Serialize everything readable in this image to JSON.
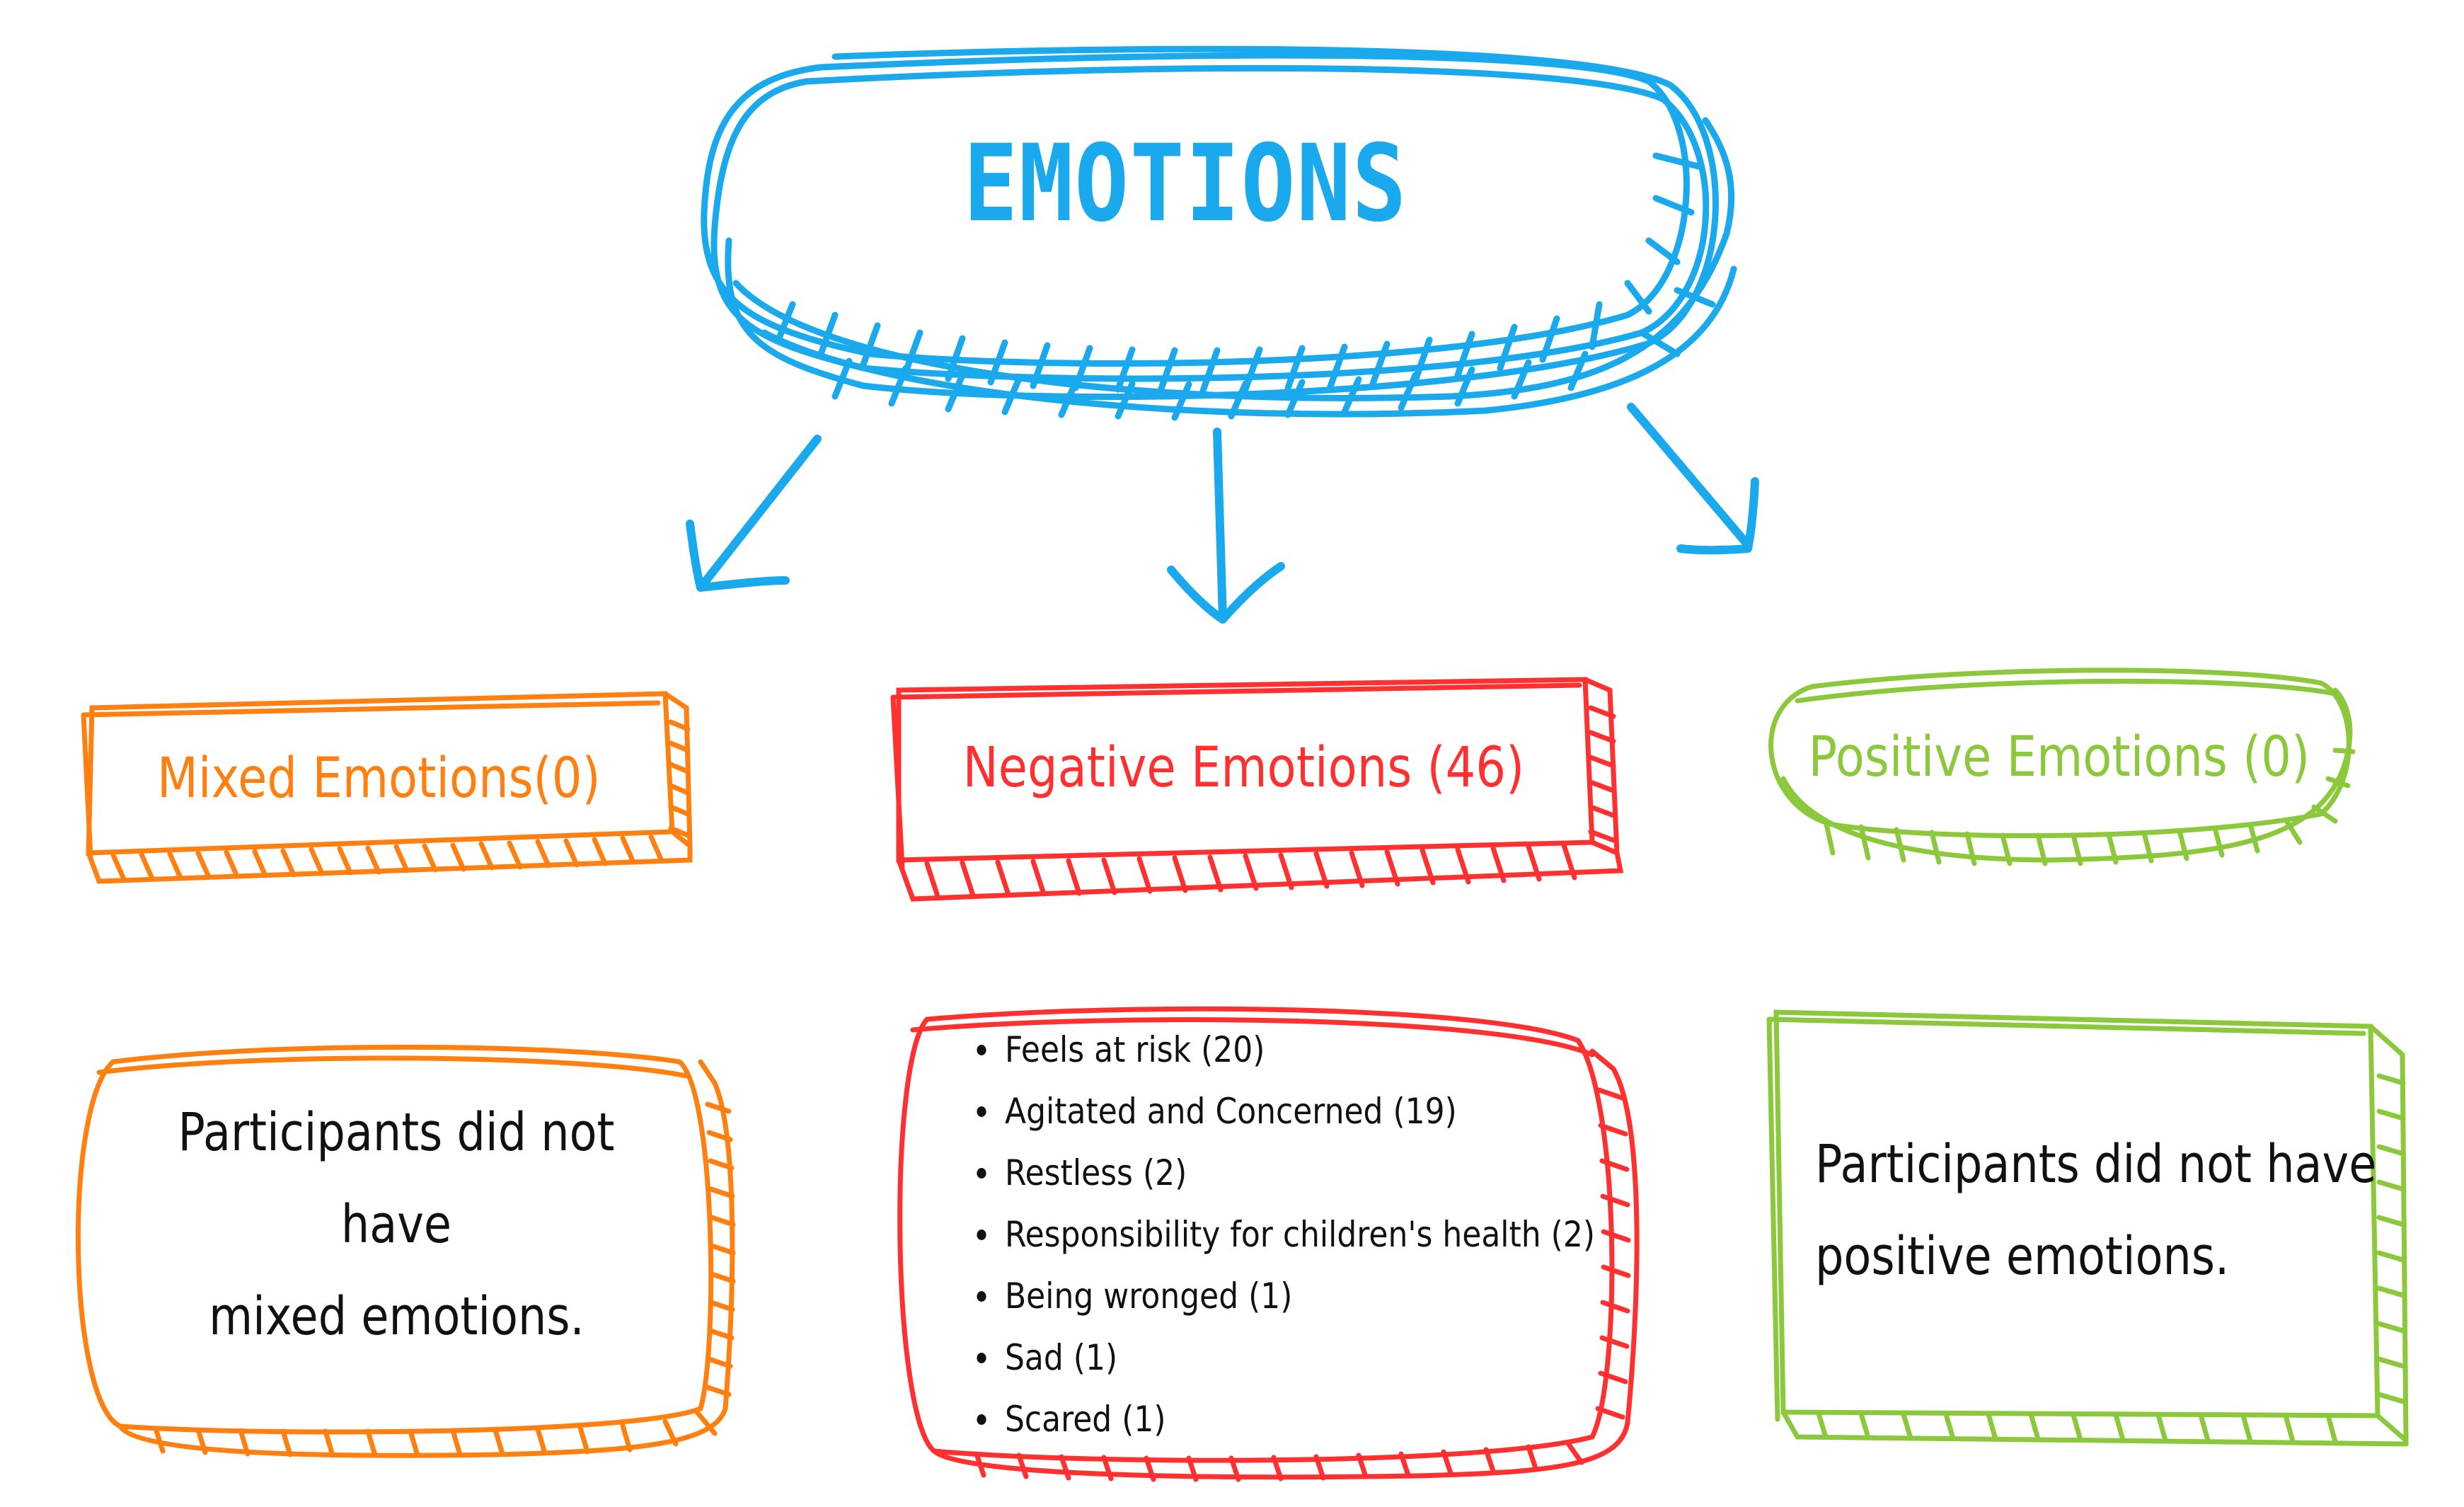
{
  "title": "EMOTIONS",
  "categories": [
    {
      "label": "Mixed Emotions(0)",
      "color": "#ff7f11"
    },
    {
      "label": "Negative Emotions (46)",
      "color": "#ff3030"
    },
    {
      "label": "Positive Emotions (0)",
      "color": "#8cc83c"
    }
  ],
  "mixed_desc": {
    "line1": "Participants did not have",
    "line2": "mixed emotions."
  },
  "negative_items": [
    "Feels at risk (20)",
    "Agitated and Concerned (19)",
    "Restless (2)",
    "Responsibility for children's health (2)",
    "Being wronged (1)",
    "Sad (1)",
    "Scared (1)"
  ],
  "positive_desc": {
    "line1": "Participants did not have",
    "line2": "positive emotions."
  },
  "colors": {
    "title": "#1aa9ec",
    "mixed": "#ff7f11",
    "negative": "#ff3030",
    "positive": "#8cc83c",
    "text": "#111111"
  }
}
